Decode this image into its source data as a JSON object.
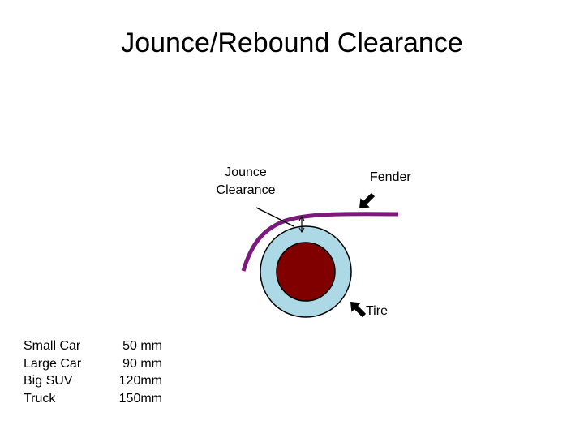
{
  "slide": {
    "title": "Jounce/Rebound Clearance"
  },
  "diagram": {
    "labels": {
      "jounce_line1": "Jounce",
      "jounce_line2": "Clearance",
      "fender": "Fender",
      "tire": "Tire"
    },
    "colors": {
      "fender": "#7b1a7b",
      "tire_ring": "#add8e6",
      "wheel": "#800000",
      "outline": "#000000"
    }
  },
  "clearance_table": {
    "rows": [
      {
        "vehicle": "Small Car",
        "clearance": "50 mm"
      },
      {
        "vehicle": "Large Car",
        "clearance": "90 mm"
      },
      {
        "vehicle": "Big SUV",
        "clearance": "120mm"
      },
      {
        "vehicle": "Truck",
        "clearance": "150mm"
      }
    ]
  }
}
